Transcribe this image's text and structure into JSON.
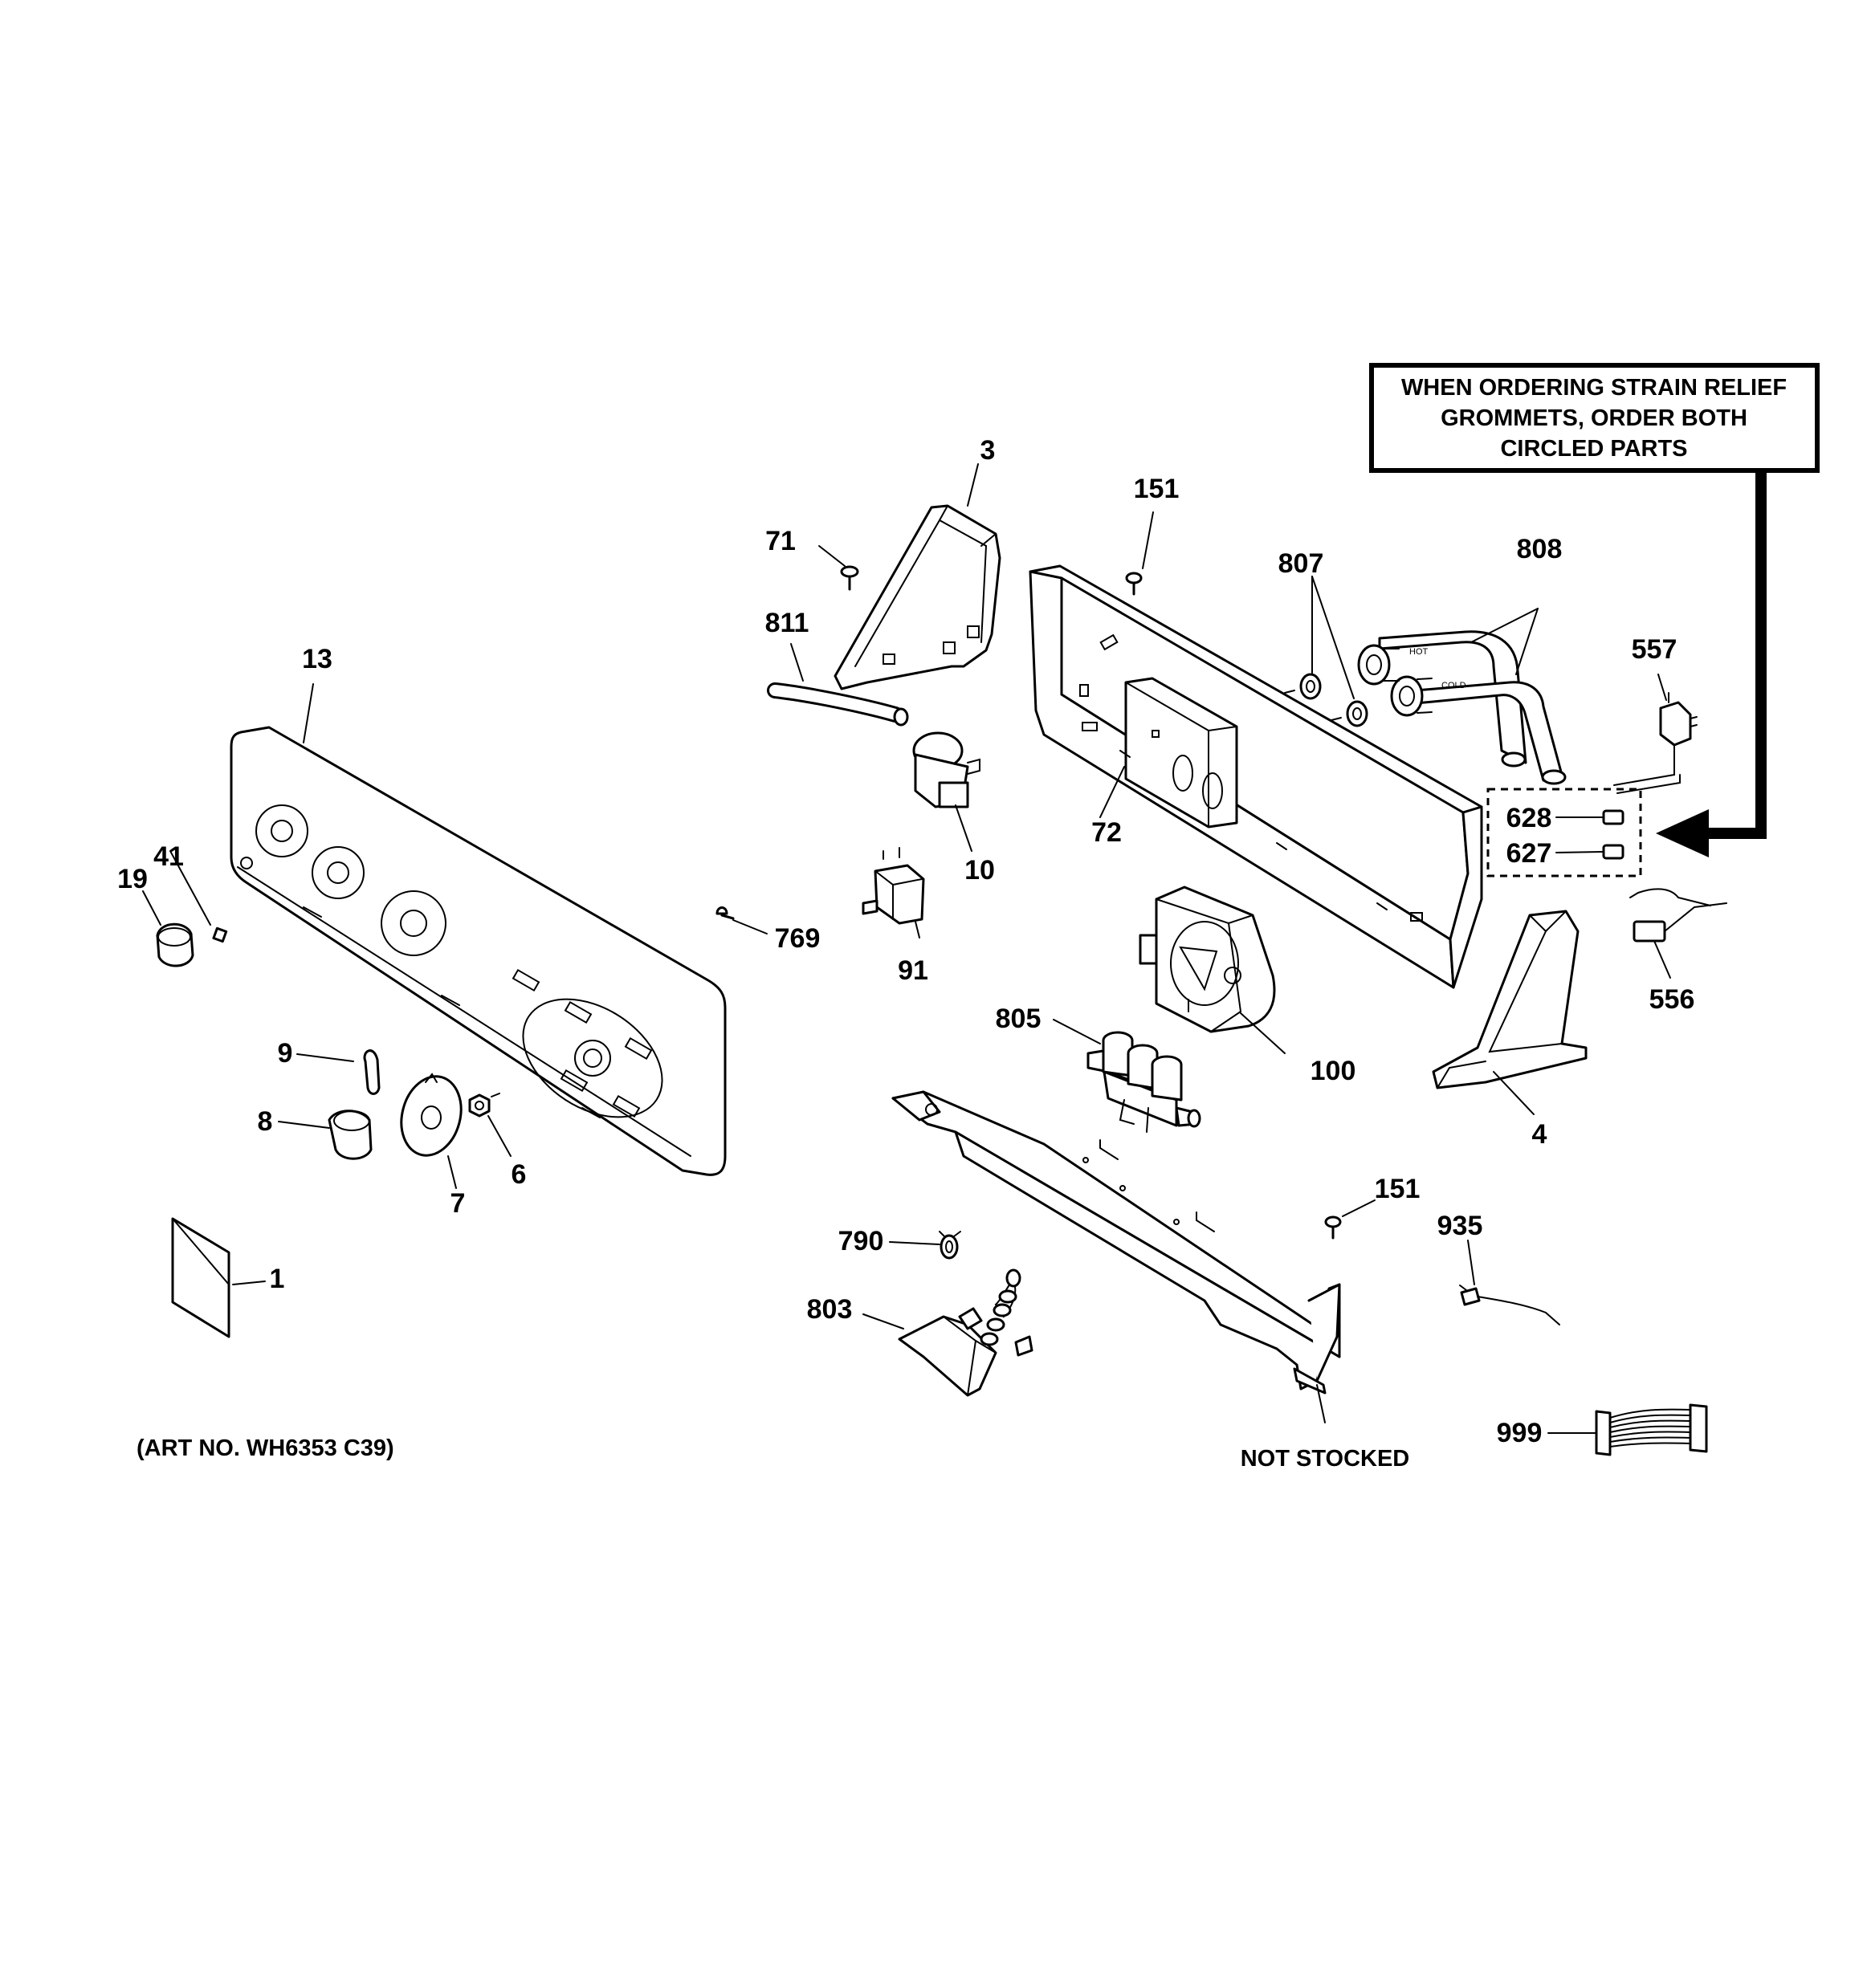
{
  "note": {
    "lines": [
      "WHEN ORDERING STRAIN RELIEF",
      "GROMMETS, ORDER BOTH",
      "CIRCLED PARTS"
    ]
  },
  "footer": {
    "art_no": "(ART NO. WH6353 C39)",
    "not_stocked": "NOT STOCKED"
  },
  "hose_marks": {
    "hot": "HOT",
    "cold": "COLD"
  },
  "callouts": {
    "p1": "1",
    "p3": "3",
    "p4": "4",
    "p6": "6",
    "p7": "7",
    "p8": "8",
    "p9": "9",
    "p10": "10",
    "p13": "13",
    "p19": "19",
    "p41": "41",
    "p71": "71",
    "p72": "72",
    "p91": "91",
    "p100": "100",
    "p151a": "151",
    "p151b": "151",
    "p556": "556",
    "p557": "557",
    "p627": "627",
    "p628": "628",
    "p769": "769",
    "p790": "790",
    "p803": "803",
    "p805": "805",
    "p807": "807",
    "p808": "808",
    "p811": "811",
    "p935": "935",
    "p999": "999"
  }
}
